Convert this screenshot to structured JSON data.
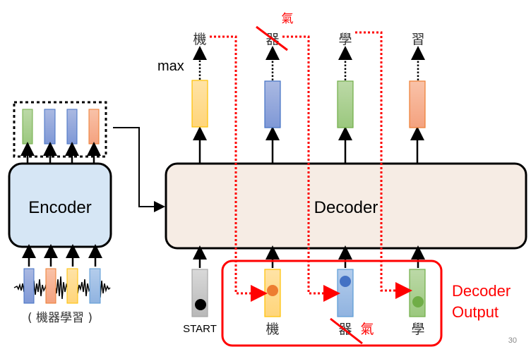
{
  "diagram": {
    "encoder": {
      "label": "Encoder",
      "input_caption": "( 機器學習 )",
      "fill": "#d6e6f5",
      "input_vectors": [
        "blue",
        "orange",
        "yellow",
        "lightblue"
      ],
      "output_vectors": [
        "green",
        "blue",
        "blue",
        "orange"
      ]
    },
    "decoder": {
      "label": "Decoder",
      "fill": "#f6ece4",
      "max_label": "max",
      "outputs": [
        {
          "char": "機",
          "vector": "yellow"
        },
        {
          "char": "器",
          "vector": "blue",
          "crossed": true,
          "replacement": "氣"
        },
        {
          "char": "學",
          "vector": "green"
        },
        {
          "char": "習",
          "vector": "orange"
        }
      ],
      "inputs": [
        {
          "label": "START",
          "vector": "gray",
          "dot": "#000000"
        },
        {
          "label": "機",
          "vector": "yellow",
          "dot": "#ed7d31"
        },
        {
          "label": "器",
          "vector": "lightblue",
          "dot": "#4472c4",
          "crossed": true,
          "replacement": "氣"
        },
        {
          "label": "學",
          "vector": "green",
          "dot": "#70ad47"
        }
      ]
    },
    "decoder_output_label": [
      "Decoder",
      "Output"
    ],
    "page_number": "30"
  },
  "colors": {
    "accent_red": "#ff0000",
    "yellow": "#ffd98a",
    "blue": "#8fa6dc",
    "green": "#a9d08e",
    "orange": "#f7b093",
    "lightblue": "#a2c0e6",
    "gray": "#c8c8c8"
  }
}
